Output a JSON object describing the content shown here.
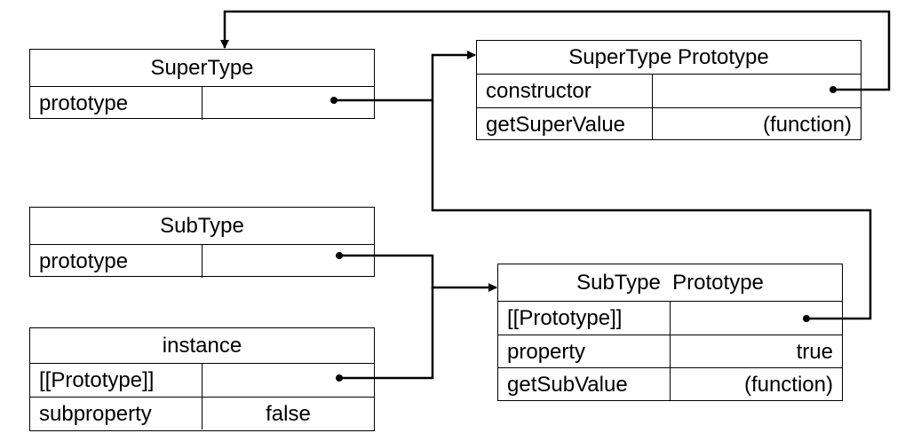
{
  "boxes": {
    "supertype": {
      "title": "SuperType",
      "rows": [
        {
          "key": "prototype",
          "value": ""
        }
      ]
    },
    "supertype_prototype": {
      "title": "SuperType Prototype",
      "rows": [
        {
          "key": "constructor",
          "value": ""
        },
        {
          "key": "getSuperValue",
          "value": "(function)"
        }
      ]
    },
    "subtype": {
      "title": "SubType",
      "rows": [
        {
          "key": "prototype",
          "value": ""
        }
      ]
    },
    "instance": {
      "title": "instance",
      "rows": [
        {
          "key": "[[Prototype]]",
          "value": ""
        },
        {
          "key": "subproperty",
          "value": "false"
        }
      ]
    },
    "subtype_prototype": {
      "title": "SubType  Prototype",
      "rows": [
        {
          "key": "[[Prototype]]",
          "value": ""
        },
        {
          "key": "property",
          "value": "true"
        },
        {
          "key": "getSubValue",
          "value": "(function)"
        }
      ]
    }
  },
  "colors": {
    "line": "#000000",
    "border": "#000000",
    "background": "#ffffff"
  }
}
